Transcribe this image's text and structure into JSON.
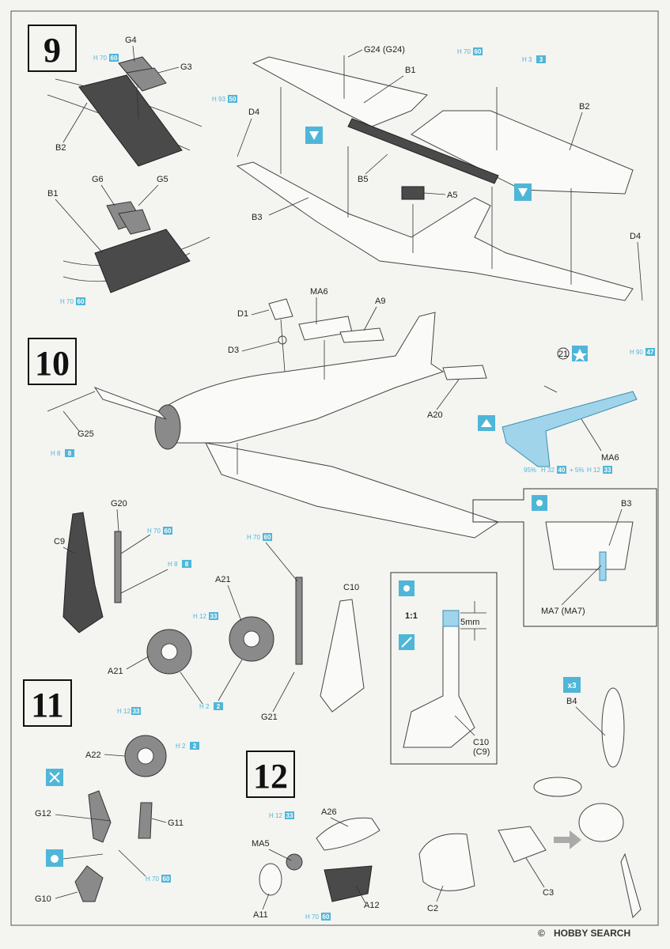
{
  "steps": [
    "9",
    "10",
    "11",
    "12"
  ],
  "parts": {
    "G4": "G4",
    "G3": "G3",
    "B2": "B2",
    "G6": "G6",
    "G5": "G5",
    "B1": "B1",
    "D4": "D4",
    "B3": "B3",
    "B5": "B5",
    "A5": "A5",
    "G24": "G24 (G24)",
    "D1": "D1",
    "MA6": "MA6",
    "A9": "A9",
    "D3": "D3",
    "A20": "A20",
    "G25": "G25",
    "G20": "G20",
    "C9": "C9",
    "A21": "A21",
    "C10": "C10",
    "G21": "G21",
    "MA7": "MA7 (MA7)",
    "C10C9_a": "C10",
    "C10C9_b": "(C9)",
    "A22": "A22",
    "G12": "G12",
    "G11": "G11",
    "G10": "G10",
    "A26": "A26",
    "MA5": "MA5",
    "A11": "A11",
    "A12": "A12",
    "C2": "C2",
    "C3": "C3",
    "B4": "B4",
    "ref21": "21"
  },
  "paint": {
    "h": "H",
    "c70": "60",
    "c70n": "70",
    "c93": "50",
    "c93n": "93",
    "c3": "3",
    "c3n": "3",
    "c90": "47",
    "c90n": "90",
    "c8": "8",
    "c8n": "8",
    "c12": "33",
    "c12n": "12",
    "c2": "2",
    "c2n": "2",
    "mix": "95%",
    "mixB": "+ 5%",
    "mixA32": "32",
    "mixA40": "40",
    "mixB12": "12",
    "mixB33": "33"
  },
  "detail": {
    "scale": "1:1",
    "dim": "5mm"
  },
  "watermark": {
    "brand": "HOBBY SEARCH",
    "mark": "©"
  },
  "colors": {
    "accent": "#4fb6d8",
    "frame": "#333333"
  },
  "icons": [
    "glue-icon",
    "cut-icon",
    "paint-brush-icon",
    "decal-icon",
    "repeat-x3-icon",
    "view-arrow-icon"
  ]
}
